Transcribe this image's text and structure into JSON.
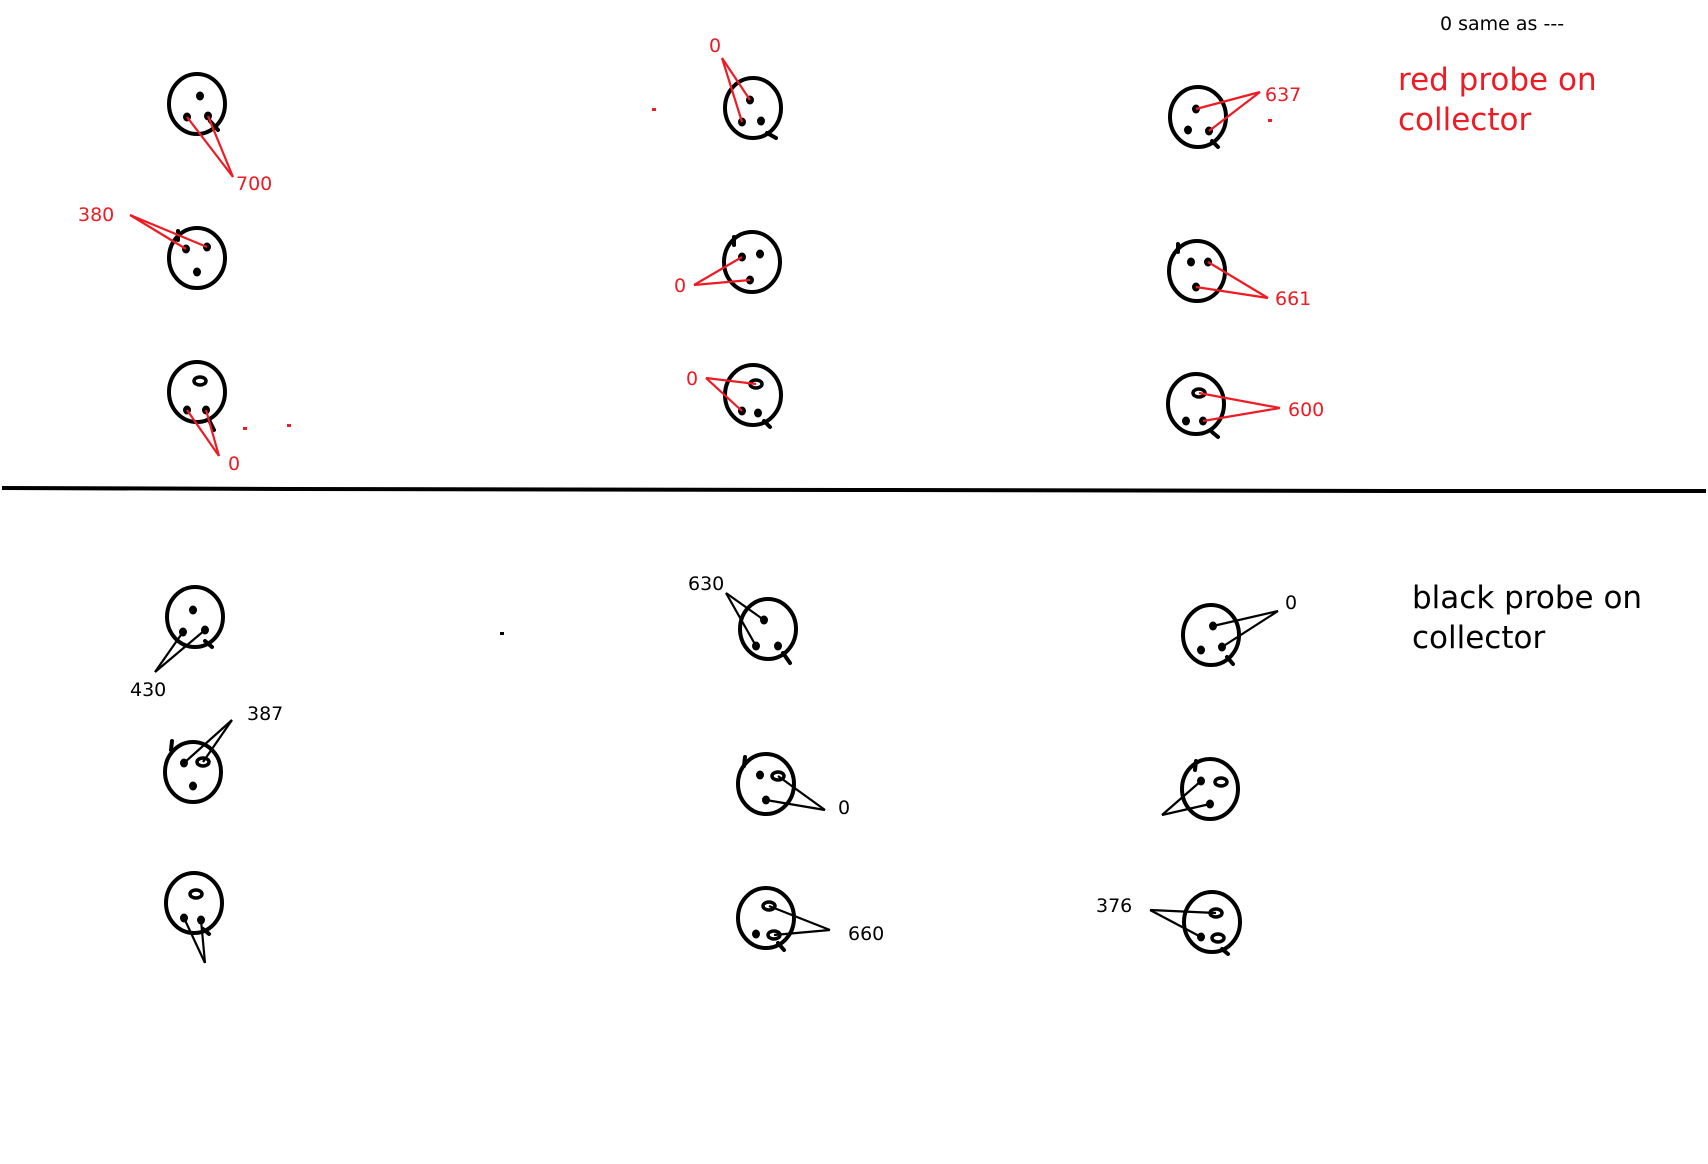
{
  "header_note": "0 same as ---",
  "sections": {
    "red": {
      "heading": "red probe on\ncollector",
      "color": "#ed1c24"
    },
    "black": {
      "heading": "black probe on\ncollector",
      "color": "#000000"
    }
  },
  "readings": {
    "red": [
      "700",
      "0",
      "637",
      "380",
      "0",
      "661",
      "0",
      "0",
      "600"
    ],
    "black": [
      "430",
      "630",
      "0",
      "387",
      "0",
      "",
      "",
      "660",
      "376"
    ]
  },
  "colors": {
    "ink": "#000000",
    "red": "#ed1c24",
    "background": "#ffffff"
  }
}
